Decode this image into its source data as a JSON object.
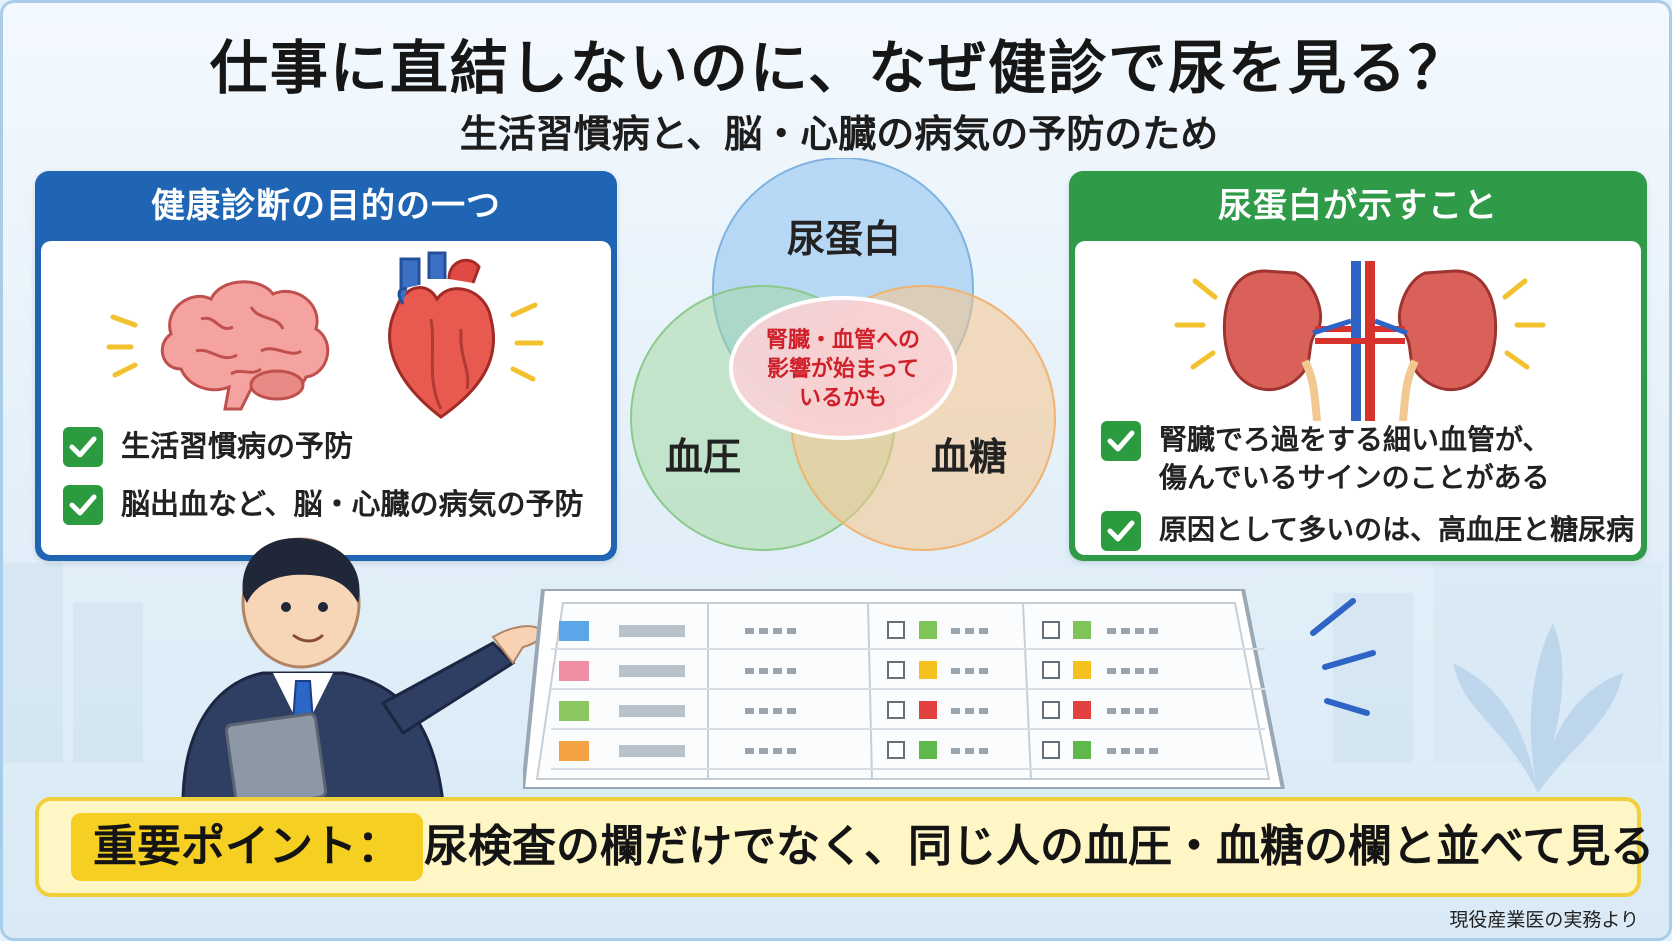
{
  "title": "仕事に直結しないのに、なぜ健診で尿を見る？",
  "subtitle": "生活習慣病と、脳・心臓の病気の予防のため",
  "left_panel": {
    "heading": "健康診断の目的の一つ",
    "items": [
      "生活習慣病の予防",
      "脳出血など、脳・心臓の病気の予防"
    ]
  },
  "venn": {
    "top": "尿蛋白",
    "left": "血圧",
    "right": "血糖",
    "center": [
      "腎臓・血管への",
      "影響が始まって",
      "いるかも"
    ],
    "colors": {
      "top": "#8cc1ee",
      "left": "#9fd89c",
      "right": "#f8c58b",
      "center": "#f8c8cf"
    }
  },
  "right_panel": {
    "heading": "尿蛋白が示すこと",
    "items": [
      [
        "腎臓でろ過をする細い血管が、",
        "傷んでいるサインのことがある"
      ],
      [
        "原因として多いのは、高血圧と糖尿病"
      ]
    ]
  },
  "board": {
    "row_colors": [
      "#5aa6e8",
      "#ef8fa3",
      "#8cc860",
      "#f2a243"
    ],
    "col2_marks": [
      "#7fc456",
      "#f4c21e",
      "#e34040",
      "#5fb84b"
    ],
    "col3_marks": [
      "#7fc456",
      "#f4c21e",
      "#e34040",
      "#5fb84b"
    ]
  },
  "point": {
    "tag": "重要ポイント：",
    "text": "尿検査の欄だけでなく、同じ人の血圧・血糖の欄と並べて見る"
  },
  "source": "現役産業医の実務より"
}
